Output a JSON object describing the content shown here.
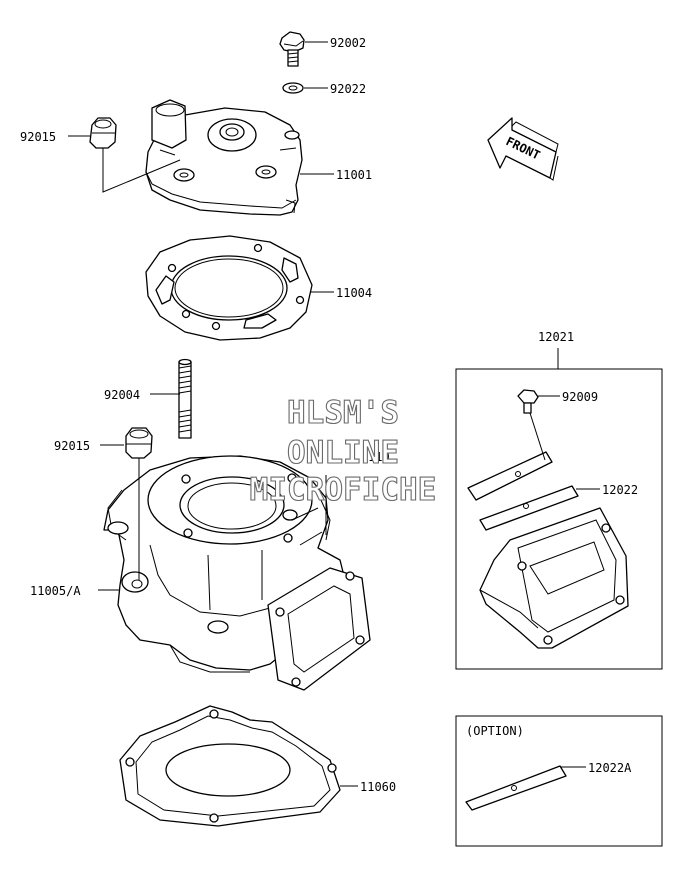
{
  "labels": {
    "p92002": "92002",
    "p92022": "92022",
    "p92015_top": "92015",
    "p11001": "11001",
    "p11004": "11004",
    "p92004": "92004",
    "p92015_mid": "92015",
    "p11005a": "11005/A",
    "p11060": "11060",
    "p12021": "12021",
    "p92009": "92009",
    "p12022": "12022",
    "p12022a": "12022A",
    "p110_partial": "110"
  },
  "front_arrow": {
    "text": "FRONT"
  },
  "option_box": {
    "title": "(OPTION)"
  },
  "watermark": {
    "line1": "HLSM'S",
    "line2": "ONLINE",
    "line3": "MICROFICHE"
  }
}
